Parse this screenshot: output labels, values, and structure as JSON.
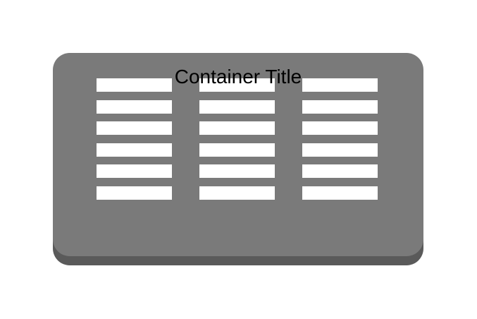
{
  "diagram": {
    "title": "Container Title",
    "colors": {
      "container": "#7a7a7a",
      "container_edge": "#5a5a5a",
      "rows": "#ffffff",
      "title_text": "#000000"
    },
    "columns": [
      {
        "rows": 6
      },
      {
        "rows": 6
      },
      {
        "rows": 6
      }
    ]
  }
}
